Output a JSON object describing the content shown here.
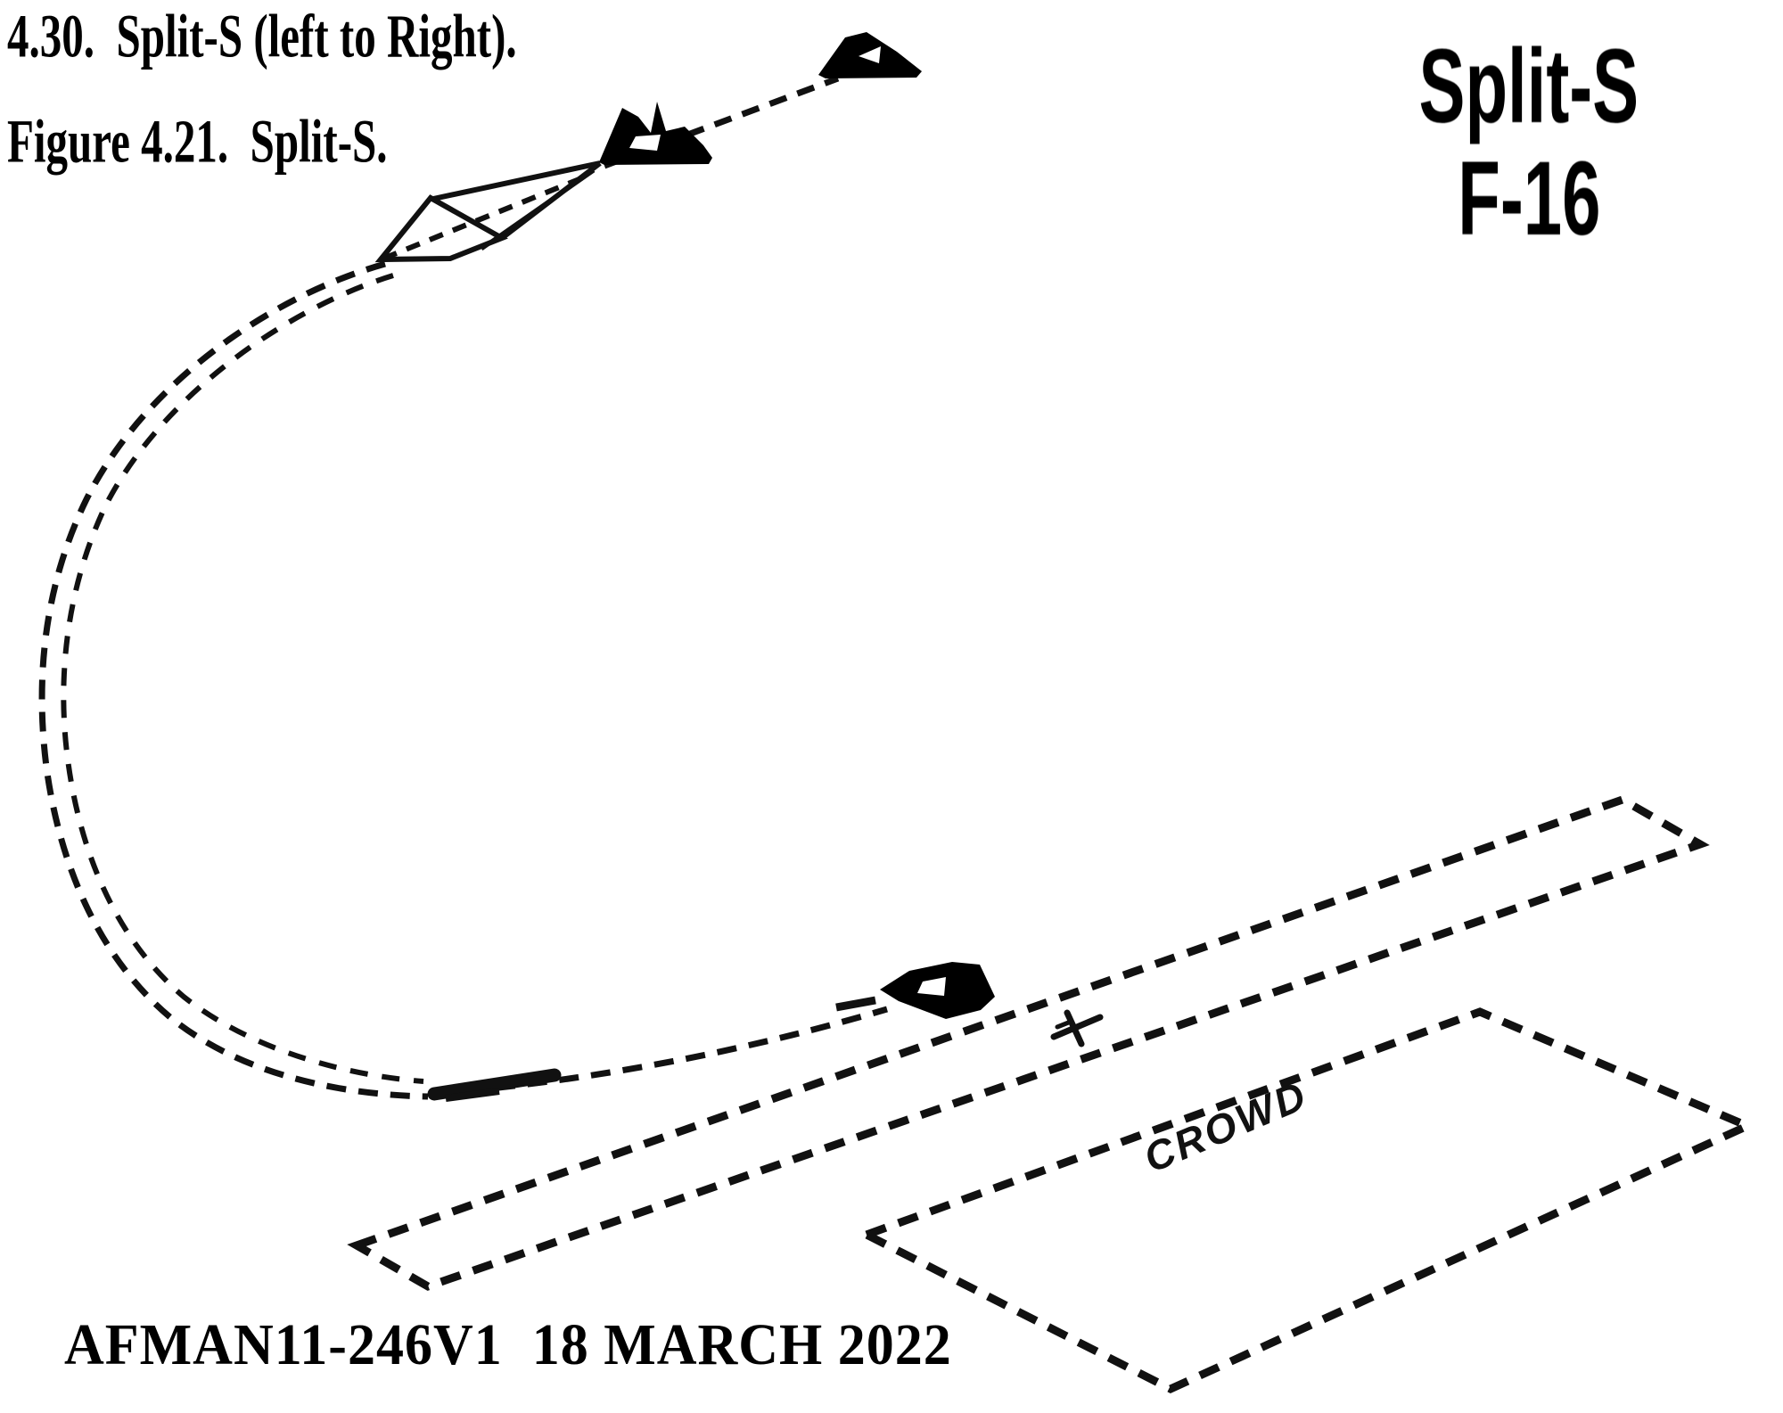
{
  "page": {
    "background": "#ffffff",
    "ink_color": "#000000",
    "label_color": "#1e1e1e"
  },
  "heading": {
    "text": "4.30.  Split-S (left to Right)."
  },
  "figure_caption": {
    "text": "Figure 4.21.  Split-S."
  },
  "diagram": {
    "corner_label": {
      "line1": "Split-S",
      "line2": "F-16"
    },
    "crowd_label": "CROWD",
    "icons": [
      "entry-aircraft-icon",
      "half-roll-aircraft-icon",
      "half-roll-diamond",
      "loop-path",
      "pullout-aircraft-icon",
      "exit-aircraft-icon",
      "show-center-plane-icon",
      "runway-outline",
      "crowd-area-outline"
    ]
  },
  "footer": {
    "text": "AFMAN11-246V1  18 MARCH 2022"
  }
}
